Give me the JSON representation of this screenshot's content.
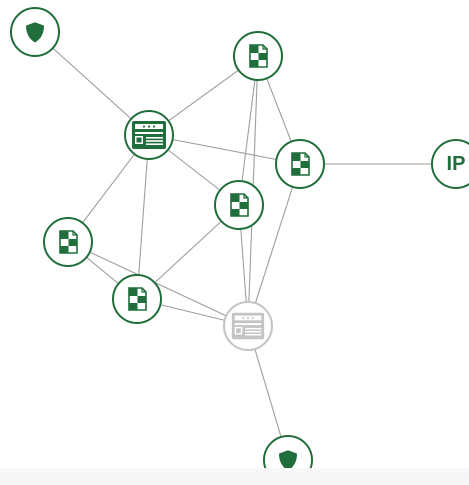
{
  "colors": {
    "primary": "#1f6e3b",
    "inactive": "#c4c4c4",
    "edge": "#9e9e9e",
    "background": "#ffffff"
  },
  "nodes": [
    {
      "id": "shield-top-left",
      "icon": "shield-icon",
      "state": "active"
    },
    {
      "id": "file-top",
      "icon": "checker-file-icon",
      "state": "active"
    },
    {
      "id": "server-main",
      "icon": "server-icon",
      "state": "active"
    },
    {
      "id": "file-right",
      "icon": "checker-file-icon",
      "state": "active"
    },
    {
      "id": "ip-node",
      "icon": "ip-label",
      "label": "IP",
      "state": "active"
    },
    {
      "id": "file-center",
      "icon": "checker-file-icon",
      "state": "active"
    },
    {
      "id": "file-left",
      "icon": "checker-file-icon",
      "state": "active"
    },
    {
      "id": "file-lower-left",
      "icon": "checker-file-icon",
      "state": "active"
    },
    {
      "id": "server-faded",
      "icon": "server-icon",
      "state": "inactive"
    },
    {
      "id": "shield-bottom",
      "icon": "shield-icon",
      "state": "active"
    }
  ],
  "edges": [
    [
      "shield-top-left",
      "server-main"
    ],
    [
      "server-main",
      "file-top"
    ],
    [
      "server-main",
      "file-right"
    ],
    [
      "server-main",
      "file-center"
    ],
    [
      "server-main",
      "file-left"
    ],
    [
      "server-main",
      "file-lower-left"
    ],
    [
      "file-top",
      "file-right"
    ],
    [
      "file-top",
      "file-center"
    ],
    [
      "file-top",
      "server-faded"
    ],
    [
      "file-right",
      "ip-node"
    ],
    [
      "file-right",
      "server-faded"
    ],
    [
      "file-center",
      "file-lower-left"
    ],
    [
      "file-center",
      "server-faded"
    ],
    [
      "file-left",
      "file-lower-left"
    ],
    [
      "file-left",
      "server-faded"
    ],
    [
      "file-lower-left",
      "server-faded"
    ],
    [
      "server-faded",
      "shield-bottom"
    ]
  ]
}
